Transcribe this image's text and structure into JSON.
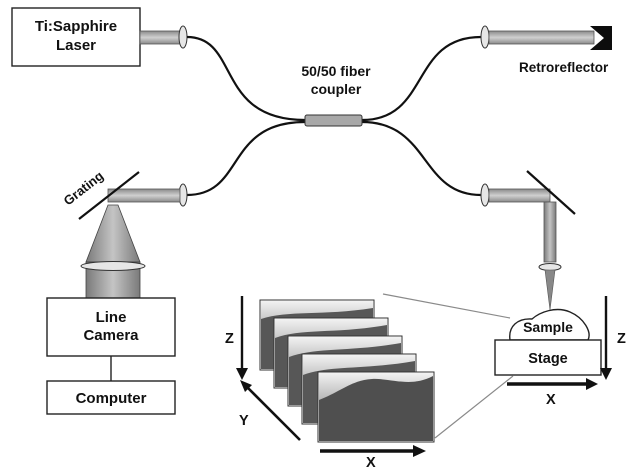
{
  "components": {
    "laser": "Ti:Sapphire\nLaser",
    "coupler": "50/50 fiber\ncoupler",
    "retroreflector": "Retroreflector",
    "grating": "Grating",
    "camera": "Line\nCamera",
    "computer": "Computer",
    "sample": "Sample",
    "stage": "Stage"
  },
  "axes": {
    "stack_z": "Z",
    "stack_y": "Y",
    "stack_x": "X",
    "stage_z": "Z",
    "stage_x": "X"
  },
  "colors": {
    "beam": "#9a9a9a",
    "line": "#111111",
    "frame_image": "#5a5a5a"
  }
}
